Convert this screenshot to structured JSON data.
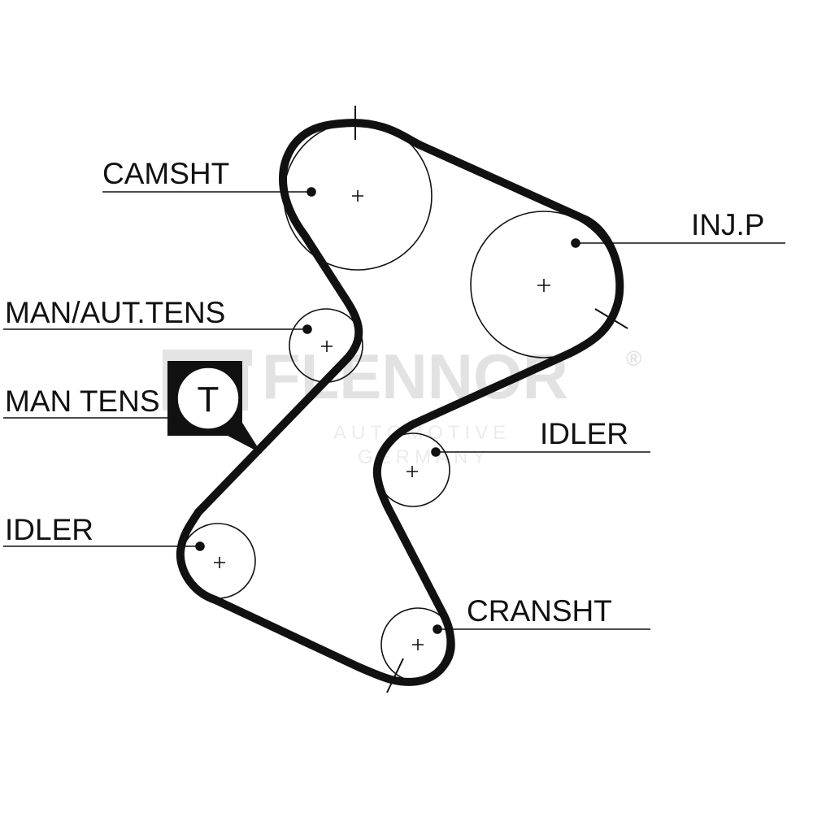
{
  "labels": {
    "camshaft": "CAMSHT",
    "injection_pump": "INJ.P",
    "man_aut_tensioner": "MAN/AUT.TENS",
    "man_tensioner": "MAN TENS",
    "idler_right": "IDLER",
    "idler_left": "IDLER",
    "crankshaft": "CRANSHT"
  },
  "watermark": {
    "brand": "FLENNOR",
    "registered": "®",
    "line1": "AUTOMOTIVE",
    "line2": "GERMANY"
  },
  "tool_glyph": "T",
  "colors": {
    "ink": "#111111",
    "belt": "#111111",
    "watermark": "#e2e2e2"
  }
}
